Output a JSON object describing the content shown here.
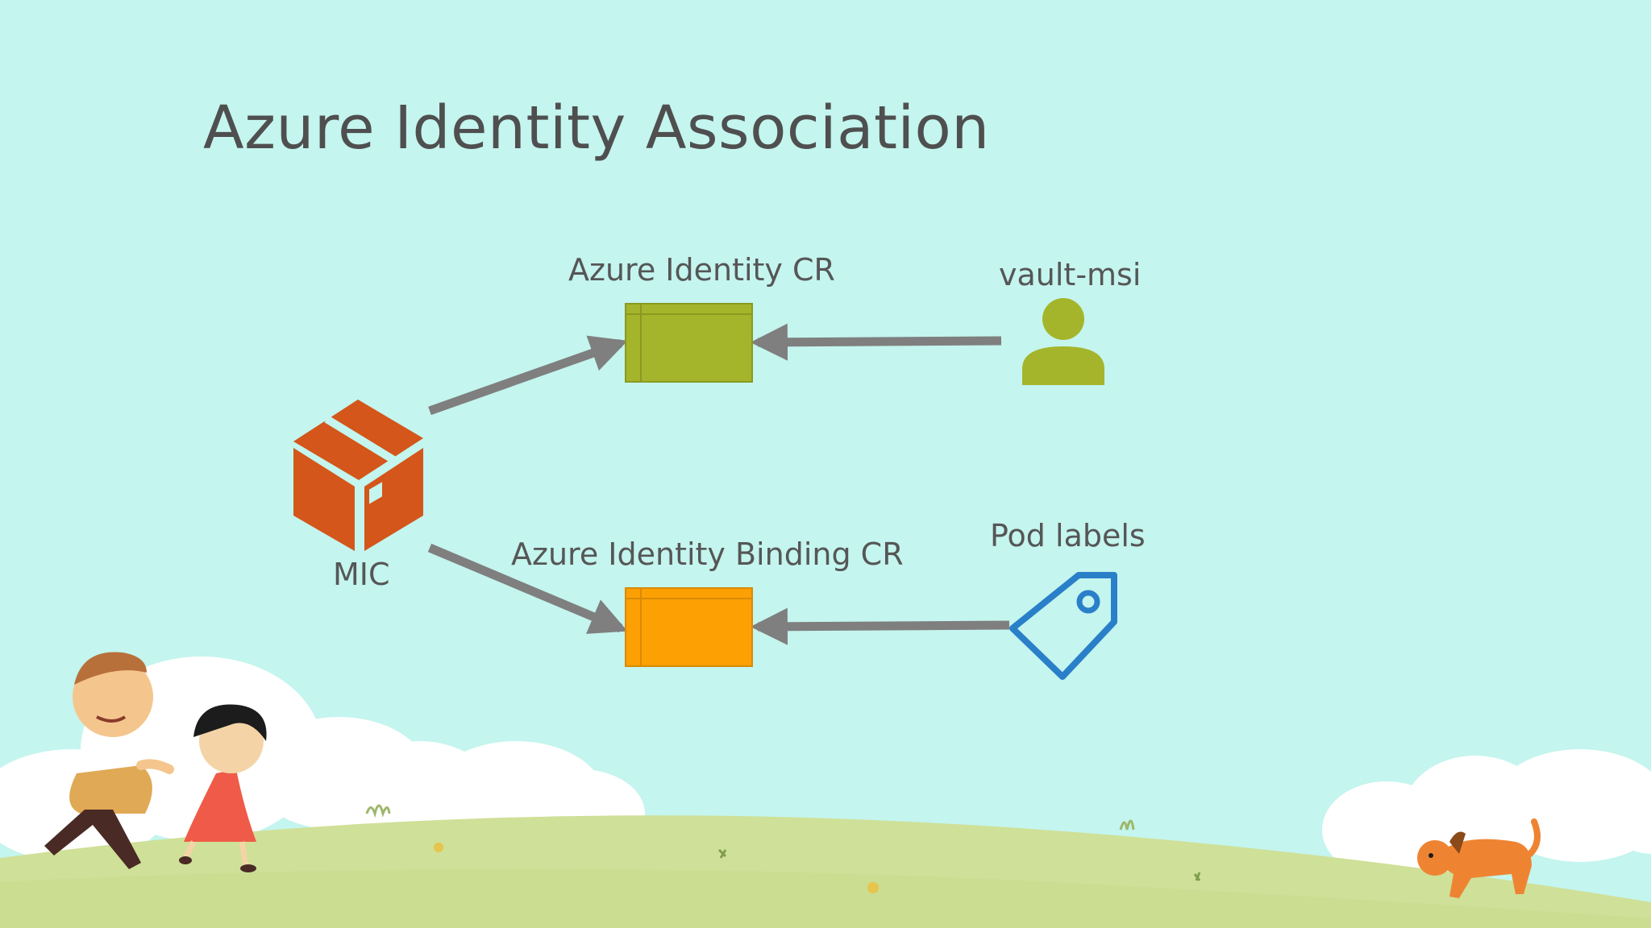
{
  "slide": {
    "title": "Azure Identity Association",
    "background_color": "#c4f5ee"
  },
  "diagram": {
    "nodes": {
      "mic": {
        "label": "MIC",
        "icon": "package-box-icon",
        "color": "#d4561a"
      },
      "azure_identity_cr": {
        "label": "Azure Identity CR",
        "icon": "table-block-icon",
        "color": "#a5b52b"
      },
      "azure_identity_binding_cr": {
        "label": "Azure Identity Binding CR",
        "icon": "table-block-icon",
        "color": "#fca004"
      },
      "vault_msi": {
        "label": "vault-msi",
        "icon": "user-icon",
        "color": "#a5b52b"
      },
      "pod_labels": {
        "label": "Pod labels",
        "icon": "tag-icon",
        "color": "#2a7fc9"
      }
    },
    "edges": [
      {
        "from": "mic",
        "to": "azure_identity_cr"
      },
      {
        "from": "mic",
        "to": "azure_identity_binding_cr"
      },
      {
        "from": "vault_msi",
        "to": "azure_identity_cr"
      },
      {
        "from": "pod_labels",
        "to": "azure_identity_binding_cr"
      }
    ],
    "arrow_color": "#7f7f7f"
  },
  "illustration": {
    "icons": [
      "cloud-icon",
      "hill-icon",
      "boy-icon",
      "girl-icon",
      "dog-icon",
      "flower-icon"
    ]
  }
}
